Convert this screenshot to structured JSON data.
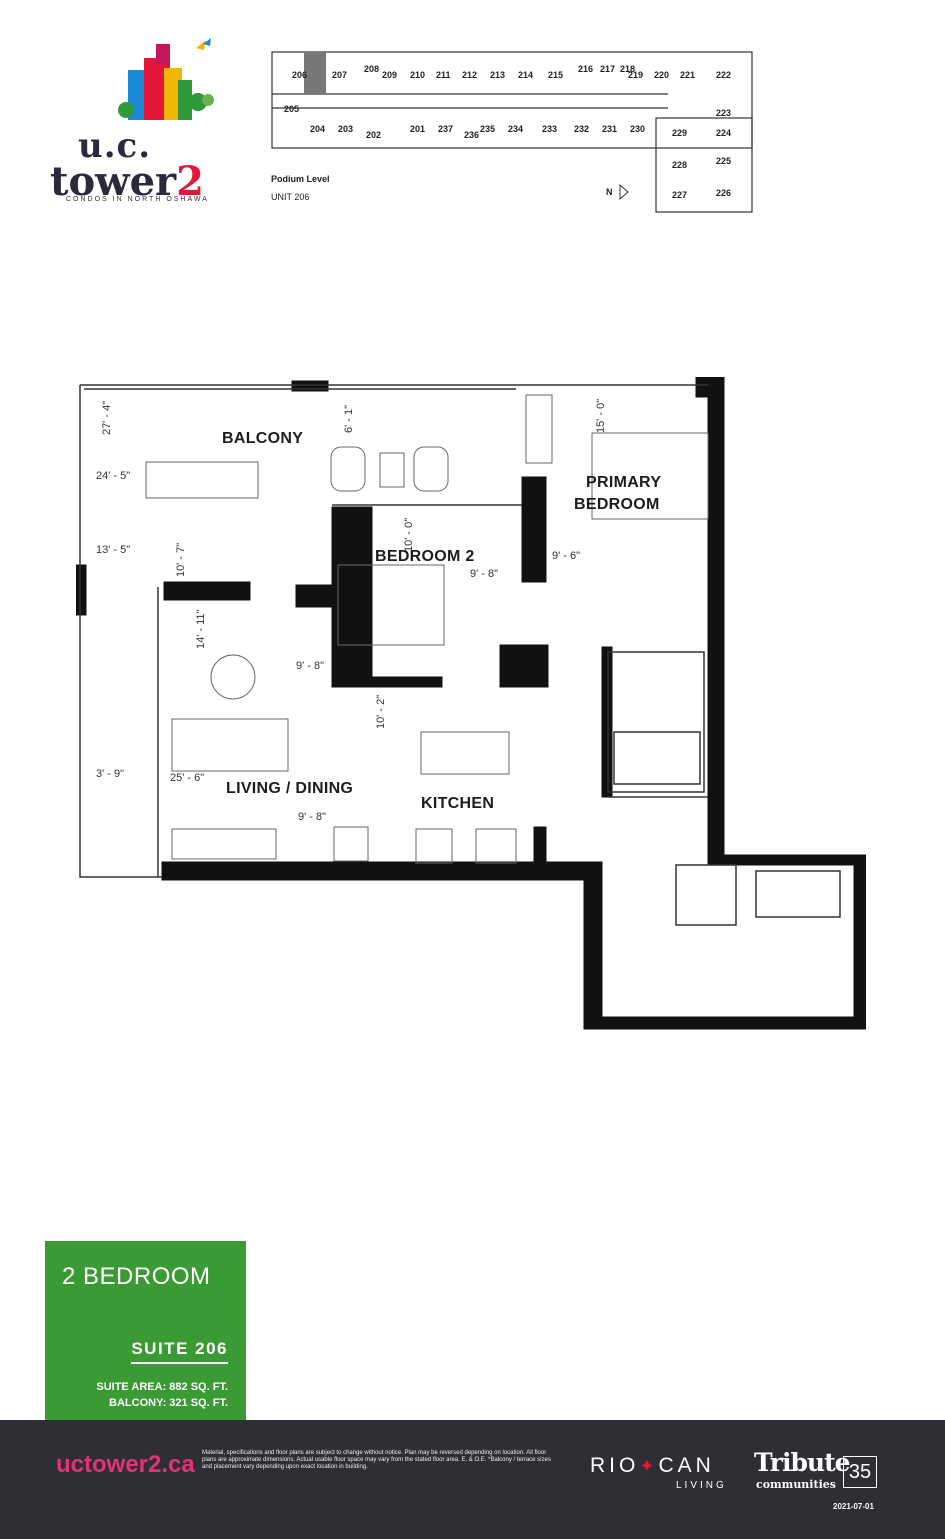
{
  "brand": {
    "logo_line1": "u.c.",
    "logo_line2": "tower",
    "logo_number": "2",
    "logo_tagline": "CONDOS IN NORTH OSHAWA"
  },
  "keyplan": {
    "caption_level": "Podium Level",
    "caption_unit": "UNIT 206",
    "north_label": "N",
    "units": [
      "206",
      "207",
      "208",
      "209",
      "210",
      "211",
      "212",
      "213",
      "214",
      "215",
      "216",
      "217",
      "218",
      "219",
      "220",
      "221",
      "222",
      "223",
      "224",
      "225",
      "226",
      "227",
      "228",
      "229",
      "230",
      "231",
      "232",
      "233",
      "234",
      "235",
      "236",
      "237",
      "201",
      "202",
      "203",
      "204",
      "205"
    ],
    "highlight_unit": "206"
  },
  "floorplan": {
    "rooms": {
      "balcony": "BALCONY",
      "bedroom2": "BEDROOM 2",
      "primary_line1": "PRIMARY",
      "primary_line2": "BEDROOM",
      "living": "LIVING / DINING",
      "kitchen": "KITCHEN"
    },
    "dimensions": {
      "d1": "27' - 4\"",
      "d2": "6' - 1\"",
      "d3": "24' - 5\"",
      "d4": "15' - 0\"",
      "d5": "10' - 0\"",
      "d6": "9' - 6\"",
      "d7": "9' - 8\"",
      "d8": "13' - 5\"",
      "d9": "10' - 7\"",
      "d10": "14' - 11\"",
      "d11": "9' - 8\"",
      "d12": "10' - 2\"",
      "d13": "3' - 9\"",
      "d14": "25' - 6\"",
      "d15": "9' - 8\""
    }
  },
  "suite": {
    "type": "2 BEDROOM",
    "number": "SUITE 206",
    "area": "SUITE AREA: 882 SQ. FT.",
    "balcony": "BALCONY: 321 SQ. FT.",
    "color": "#3a9a34"
  },
  "footer": {
    "url": "uctower2.ca",
    "disclaimer": "Material, specifications and floor plans are subject to change without notice. Plan may be reversed depending on location. All floor plans are approximate dimensions. Actual usable floor space may vary from the stated floor area. E. & O.E. *Balcony / terrace sizes and placement vary depending upon exact location in building.",
    "riocan": "RIO CAN",
    "living": "LIVING",
    "tribute": "Tribute",
    "communities": "communities",
    "badge": "35",
    "date": "2021-07-01"
  }
}
